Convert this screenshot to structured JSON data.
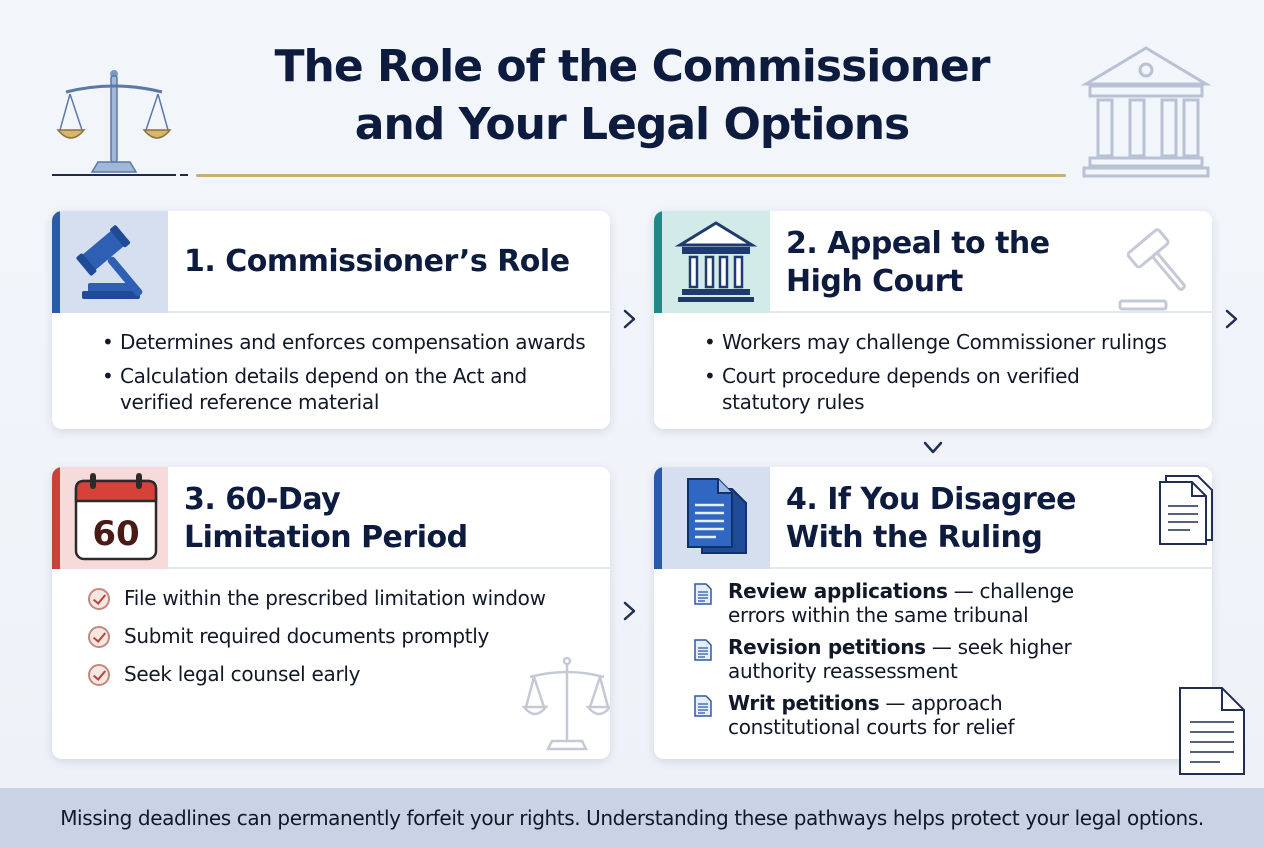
{
  "header": {
    "title_line1": "The Role of the Commissioner",
    "title_line2": "and Your Legal Options"
  },
  "colors": {
    "navy": "#0d1b3e",
    "gold_rule": "#c7ae74",
    "card1_accent": "#2a5aa8",
    "card2_accent": "#1e8a86",
    "card3_accent": "#c9413b",
    "card4_accent": "#2a5aa8",
    "footer_bg": "#c9d3e5"
  },
  "cards": [
    {
      "title": "1. Commissioner’s Role",
      "icon": "gavel-icon",
      "items": [
        "Determines and enforces compensation awards",
        "Calculation details depend on the Act and verified reference material"
      ]
    },
    {
      "title": "2. Appeal to the\nHigh Court",
      "icon": "courthouse-icon",
      "items": [
        "Workers may challenge Commissioner rulings",
        "Court procedure depends on verified statutory rules"
      ]
    },
    {
      "title": "3. 60-Day\nLimitation Period",
      "icon": "calendar-icon",
      "calendar_number": "60",
      "items": [
        "File within the prescribed limitation window",
        "Submit required documents promptly",
        "Seek legal counsel early"
      ]
    },
    {
      "title": "4. If You Disagree\nWith the Ruling",
      "icon": "documents-icon",
      "items": [
        {
          "term": "Review applications",
          "desc": " — challenge errors within the same tribunal"
        },
        {
          "term": "Revision petitions",
          "desc": " — seek higher authority reassessment"
        },
        {
          "term": "Writ petitions",
          "desc": " — approach constitutional courts for relief"
        }
      ]
    }
  ],
  "footer": {
    "text": "Missing deadlines can permanently forfeit your rights. Understanding these pathways helps protect your legal options."
  }
}
